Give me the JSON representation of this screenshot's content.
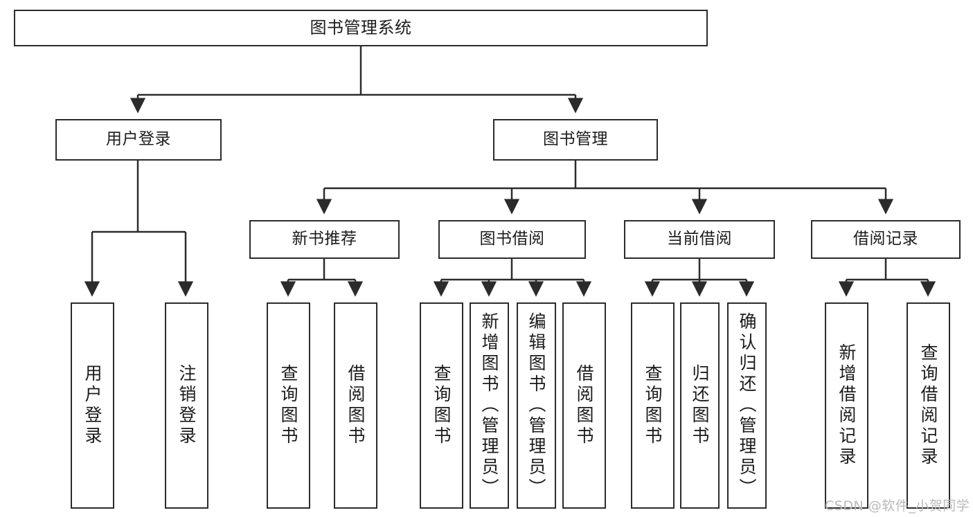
{
  "diagram": {
    "title": "图书管理系统",
    "type": "hierarchy-tree",
    "orientation": "top-down",
    "root": {
      "id": "root",
      "label": "图书管理系统",
      "text_direction": "horizontal"
    },
    "level2": [
      {
        "id": "user-login",
        "label": "用户登录",
        "text_direction": "horizontal"
      },
      {
        "id": "book-management",
        "label": "图书管理",
        "text_direction": "horizontal"
      }
    ],
    "level3": [
      {
        "id": "new-book-recommend",
        "label": "新书推荐",
        "parent": "book-management",
        "text_direction": "horizontal"
      },
      {
        "id": "book-borrow",
        "label": "图书借阅",
        "parent": "book-management",
        "text_direction": "horizontal"
      },
      {
        "id": "current-borrow",
        "label": "当前借阅",
        "parent": "book-management",
        "text_direction": "horizontal"
      },
      {
        "id": "borrow-record",
        "label": "借阅记录",
        "parent": "book-management",
        "text_direction": "horizontal"
      }
    ],
    "leaves": [
      {
        "id": "leaf-user-login",
        "label": "用户登录",
        "parent": "user-login",
        "text_direction": "vertical"
      },
      {
        "id": "leaf-logout",
        "label": "注销登录",
        "parent": "user-login",
        "text_direction": "vertical"
      },
      {
        "id": "leaf-query-book-1",
        "label": "查询图书",
        "parent": "new-book-recommend",
        "text_direction": "vertical"
      },
      {
        "id": "leaf-borrow-book-1",
        "label": "借阅图书",
        "parent": "new-book-recommend",
        "text_direction": "vertical"
      },
      {
        "id": "leaf-query-book-2",
        "label": "查询图书",
        "parent": "book-borrow",
        "text_direction": "vertical"
      },
      {
        "id": "leaf-add-book",
        "label": "新增图书（管理员）",
        "parent": "book-borrow",
        "text_direction": "vertical"
      },
      {
        "id": "leaf-edit-book",
        "label": "编辑图书（管理员）",
        "parent": "book-borrow",
        "text_direction": "vertical"
      },
      {
        "id": "leaf-borrow-book-2",
        "label": "借阅图书",
        "parent": "book-borrow",
        "text_direction": "vertical"
      },
      {
        "id": "leaf-query-book-3",
        "label": "查询图书",
        "parent": "current-borrow",
        "text_direction": "vertical"
      },
      {
        "id": "leaf-return-book",
        "label": "归还图书",
        "parent": "current-borrow",
        "text_direction": "vertical"
      },
      {
        "id": "leaf-confirm-return",
        "label": "确认归还（管理员）",
        "parent": "current-borrow",
        "text_direction": "vertical"
      },
      {
        "id": "leaf-add-record",
        "label": "新增借阅记录",
        "parent": "borrow-record",
        "text_direction": "vertical"
      },
      {
        "id": "leaf-query-record",
        "label": "查询借阅记录",
        "parent": "borrow-record",
        "text_direction": "vertical"
      }
    ],
    "colors": {
      "stroke": "#2b2b2b",
      "fill": "#ffffff",
      "text": "#1b1b1b",
      "watermark": "#b9b9b9"
    }
  },
  "watermark": {
    "text": "CSDN @软件_小贺同学"
  }
}
